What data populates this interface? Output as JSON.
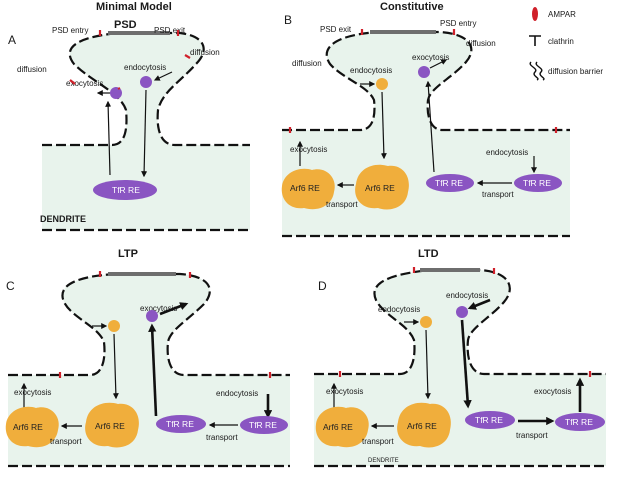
{
  "panels": {
    "a": {
      "letter": "A",
      "title": "Minimal Model",
      "psd": "PSD",
      "psd_entry": "PSD entry",
      "psd_exit": "PSD exit",
      "diffusion_left": "diffusion",
      "diffusion_right": "diffusion",
      "exocytosis": "exocytosis",
      "endocytosis": "endocytosis",
      "tfr_re": "TfR RE",
      "dendrite": "DENDRITE"
    },
    "b": {
      "letter": "B",
      "title": "Constitutive",
      "psd_exit": "PSD exit",
      "psd_entry": "PSD entry",
      "diffusion_left": "diffusion",
      "diffusion_right": "diffusion",
      "endocytosis_spine": "endocytosis",
      "exocytosis_spine": "exocytosis",
      "exocytosis_shaft": "exocytosis",
      "endocytosis_shaft": "endocytosis",
      "arf6_re_1": "Arf6 RE",
      "arf6_re_2": "Arf6 RE",
      "tfr_re_1": "TfR RE",
      "tfr_re_2": "TfR RE",
      "transport_1": "transport",
      "transport_2": "transport"
    },
    "c": {
      "letter": "C",
      "title": "LTP",
      "exocytosis_spine": "exocytosis",
      "exocytosis_shaft": "exocytosis",
      "endocytosis_shaft": "endocytosis",
      "arf6_re_1": "Arf6 RE",
      "arf6_re_2": "Arf6 RE",
      "tfr_re_1": "TfR RE",
      "tfr_re_2": "TfR RE",
      "transport_1": "transport",
      "transport_2": "transport"
    },
    "d": {
      "letter": "D",
      "title": "LTD",
      "endocytosis_1": "endocytosis",
      "endocytosis_2": "endocytosis",
      "exocytosis_shaft": "exocytosis",
      "exocytosis_right": "exocytosis",
      "arf6_re_1": "Arf6 RE",
      "arf6_re_2": "Arf6 RE",
      "tfr_re_1": "TfR RE",
      "tfr_re_2": "TfR RE",
      "transport_1": "transport",
      "transport_2": "transport",
      "dendrite": "DENDRITE"
    }
  },
  "legend": {
    "ampar": "AMPAR",
    "clathrin": "clathrin",
    "diffusion_barrier": "diffusion barrier"
  },
  "colors": {
    "cytoplasm": "#e8f3ec",
    "membrane": "#111111",
    "psd": "#6e6e6e",
    "ampar": "#d0202a",
    "arf6_re": "#f0ae3c",
    "tfr_re": "#8a55c2",
    "vesicle_orange": "#f0ae3c",
    "vesicle_purple": "#8a55c2"
  }
}
